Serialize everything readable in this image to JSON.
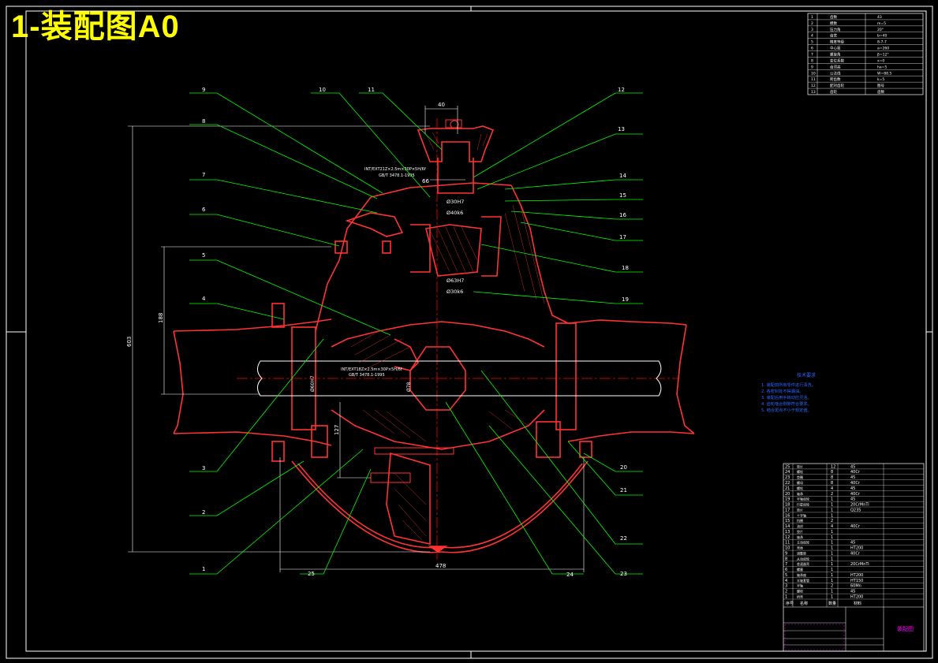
{
  "title": "1-装配图A0",
  "colors": {
    "background": "#000000",
    "frame": "#ffffff",
    "leader": "#00ff00",
    "section": "#ff3333",
    "centerline": "#ff0000",
    "dimension": "#ffffff",
    "notes": "#3355ff",
    "title_text": "#ffff00",
    "bom_text": "#ff00ff"
  },
  "dimensions": {
    "top_width": "40",
    "height_total": "603",
    "height_left": "188",
    "bottom_width": "478",
    "gap_127": "127",
    "gap_66": "66",
    "fit_1": "Ø30H7",
    "fit_2": "Ø40k6",
    "fit_3": "Ø63H7",
    "fit_4": "Ø30k6",
    "fit_5": "Ø60H7",
    "fit_6": "Ø78",
    "fit_label_a": "INT/EXT21Z×2.5m×30P×5H/6f",
    "fit_label_a2": "GB/T 3478.1-1995",
    "fit_label_b": "INT/EXT18Z×2.5m×30P×5H/6f",
    "fit_label_b2": "GB/T 3478.1-1995"
  },
  "balloons": [
    "1",
    "2",
    "3",
    "4",
    "5",
    "6",
    "7",
    "8",
    "9",
    "10",
    "11",
    "12",
    "13",
    "14",
    "15",
    "16",
    "17",
    "18",
    "19",
    "20",
    "21",
    "22",
    "23",
    "24",
    "25"
  ],
  "notes": {
    "heading": "技术要求",
    "lines": [
      "1. 装配前所有零件进行清洗。",
      "2. 各密封处不得漏油。",
      "3. 装配后用手转动应灵活。",
      "4. 齿轮啮合侧隙符合要求。",
      "5. 啮合斑点不小于规定值。"
    ]
  },
  "param_table": {
    "rows": [
      [
        "1",
        "齿数",
        "43"
      ],
      [
        "2",
        "模数",
        "m=5"
      ],
      [
        "3",
        "压力角",
        "20°"
      ],
      [
        "4",
        "齿宽",
        "b=40"
      ],
      [
        "5",
        "精度等级",
        "8-7-7"
      ],
      [
        "6",
        "中心距",
        "a=260"
      ],
      [
        "7",
        "螺旋角",
        "β=12°"
      ],
      [
        "8",
        "变位系数",
        "x=0"
      ],
      [
        "9",
        "齿顶高",
        "ha=5"
      ],
      [
        "10",
        "公法线",
        "W=88.5"
      ],
      [
        "11",
        "跨齿数",
        "k=5"
      ],
      [
        "12",
        "配对齿轮",
        "图号"
      ],
      [
        "13",
        "齿轮",
        "齿数"
      ]
    ]
  },
  "bom": {
    "rows": [
      [
        "25",
        "垫片",
        "12",
        "45"
      ],
      [
        "24",
        "螺栓",
        "8",
        "40Cr"
      ],
      [
        "23",
        "垫圈",
        "8",
        "45"
      ],
      [
        "22",
        "螺母",
        "8",
        "40Cr"
      ],
      [
        "21",
        "螺栓",
        "4",
        "45"
      ],
      [
        "20",
        "轴承",
        "2",
        "40Cr"
      ],
      [
        "19",
        "半轴齿轮",
        "1",
        "45"
      ],
      [
        "18",
        "行星齿轮",
        "1",
        "20CrMnTi"
      ],
      [
        "17",
        "垫片",
        "1",
        "Q235"
      ],
      [
        "16",
        "十字轴",
        "1",
        ""
      ],
      [
        "15",
        "挡圈",
        "2",
        ""
      ],
      [
        "14",
        "油封",
        "4",
        "40Cr"
      ],
      [
        "13",
        "垫片",
        "1",
        ""
      ],
      [
        "12",
        "轴承",
        "1",
        ""
      ],
      [
        "11",
        "主动齿轮",
        "1",
        "45"
      ],
      [
        "10",
        "壳体",
        "1",
        "HT200"
      ],
      [
        "9",
        "调整垫",
        "1",
        "40Cr"
      ],
      [
        "8",
        "从动齿轮",
        "1",
        ""
      ],
      [
        "7",
        "差速器壳",
        "1",
        "20CrMnTi"
      ],
      [
        "6",
        "螺塞",
        "1",
        ""
      ],
      [
        "5",
        "轴承座",
        "1",
        "HT200"
      ],
      [
        "4",
        "半轴套管",
        "1",
        "HT150"
      ],
      [
        "3",
        "半轴",
        "2",
        "60Mn"
      ],
      [
        "2",
        "螺栓",
        "1",
        "45"
      ],
      [
        "1",
        "桥壳",
        "1",
        "HT200"
      ]
    ],
    "header": [
      "序号",
      "名称",
      "数量",
      "材料"
    ],
    "title_block_name": "装配图"
  }
}
